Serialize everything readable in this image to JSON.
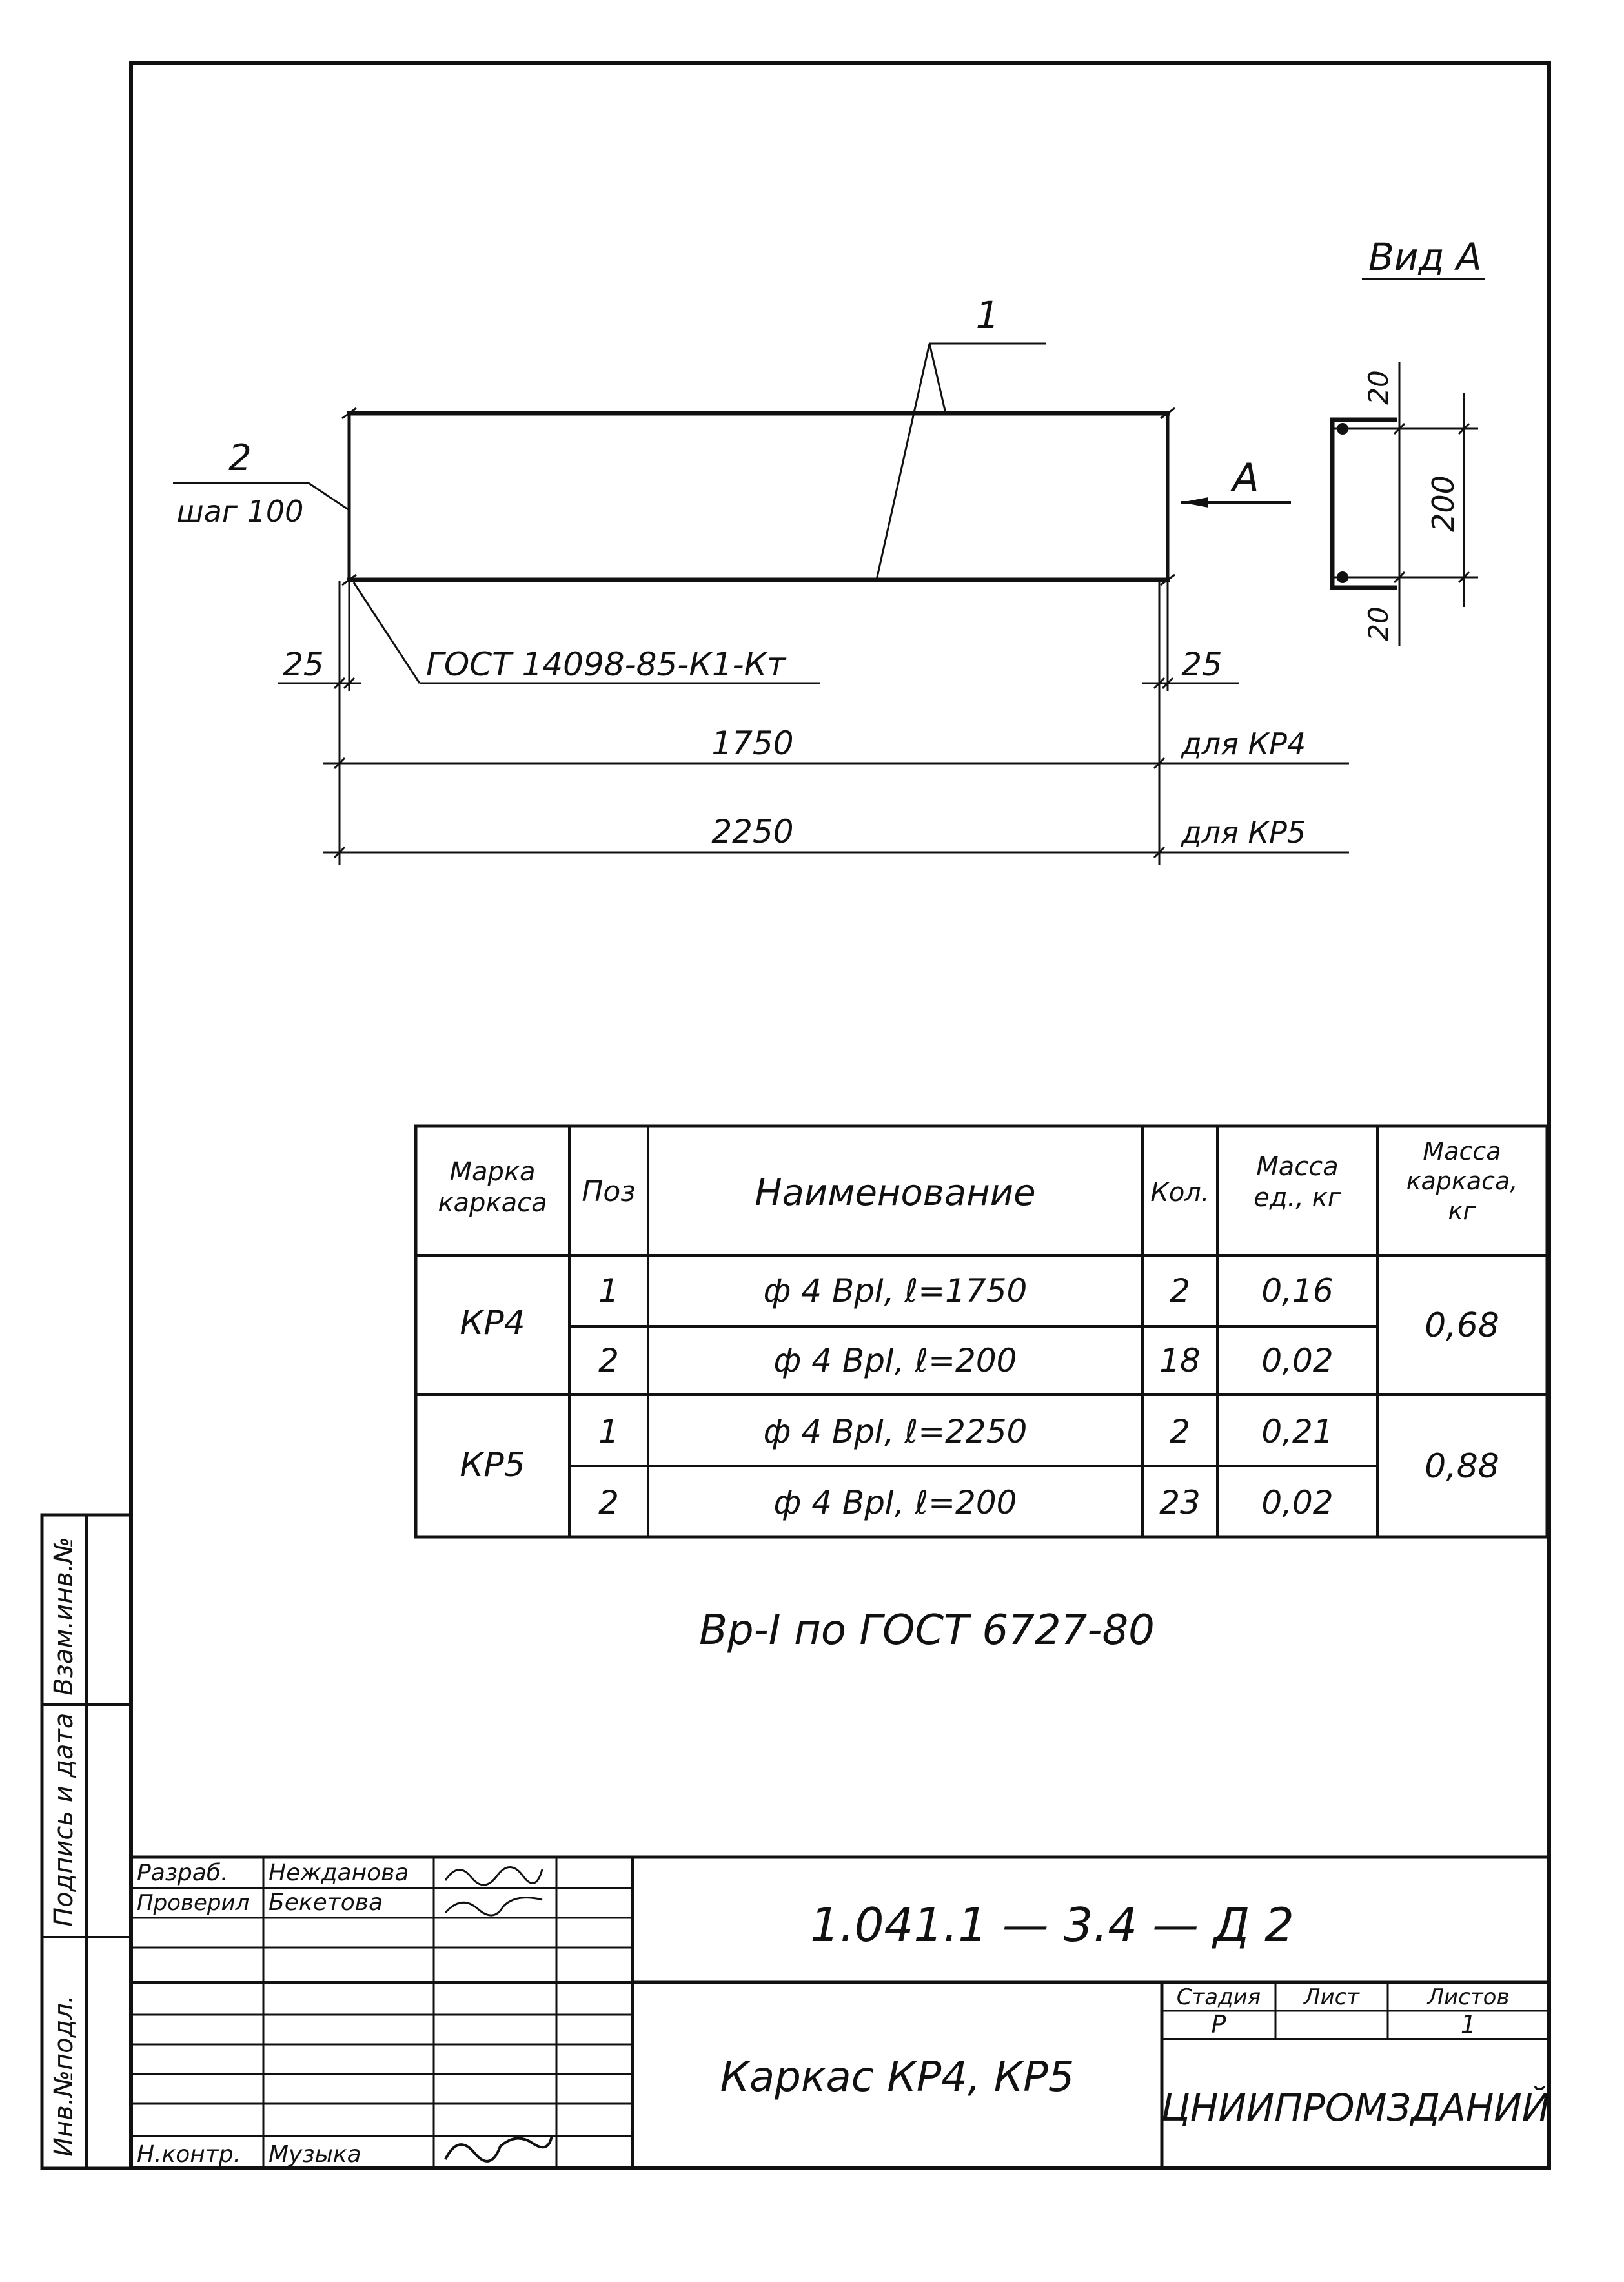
{
  "drawing": {
    "view_label": "Вид А",
    "pos_callout_1": "1",
    "pos_callout_2": "2",
    "step_note": "шаг 100",
    "section_arrow_label": "А",
    "gost_note": "ГОСТ 14098-85-К1-Кт",
    "dim_end_left": "25",
    "dim_end_right": "25",
    "dim_length_kr4": "1750",
    "dim_length_kr5": "2250",
    "note_kr4": "для КР4",
    "note_kr5": "для КР5",
    "section_dim_top": "20",
    "section_dim_height": "200",
    "section_dim_bottom": "20"
  },
  "spec_table": {
    "headers": [
      "Марка каркаса",
      "Поз",
      "Наименование",
      "Кол.",
      "Масса ед., кг",
      "Масса каркаса, кг"
    ],
    "groups": [
      {
        "mark": "КР4",
        "frame_mass": "0,68",
        "rows": [
          {
            "pos": "1",
            "name": "ф 4 ВрI, ℓ=1750",
            "qty": "2",
            "unit_mass": "0,16"
          },
          {
            "pos": "2",
            "name": "ф 4 ВрI, ℓ=200",
            "qty": "18",
            "unit_mass": "0,02"
          }
        ]
      },
      {
        "mark": "КР5",
        "frame_mass": "0,88",
        "rows": [
          {
            "pos": "1",
            "name": "ф 4 ВрI, ℓ=2250",
            "qty": "2",
            "unit_mass": "0,21"
          },
          {
            "pos": "2",
            "name": "ф 4 ВрI, ℓ=200",
            "qty": "23",
            "unit_mass": "0,02"
          }
        ]
      }
    ]
  },
  "material_note": "Вр-I по ГОСТ 6727-80",
  "side_stamp": {
    "f1": "Инв.№подл.",
    "f2": "Подпись и дата",
    "f3": "Взам.инв.№"
  },
  "title_block": {
    "doc_code": "1.041.1 — 3.4 — Д 2",
    "title": "Каркас КР4, КР5",
    "org": "ЦНИИПРОМЗДАНИЙ",
    "stage_header": "Стадия",
    "sheet_header": "Лист",
    "sheets_header": "Листов",
    "stage_value": "Р",
    "sheet_value": "",
    "sheets_value": "1",
    "roles": [
      {
        "role": "Разраб.",
        "name": "Нежданова"
      },
      {
        "role": "Проверил",
        "name": "Бекетова"
      },
      {
        "role": "Н.контр.",
        "name": "Музыка"
      }
    ]
  }
}
